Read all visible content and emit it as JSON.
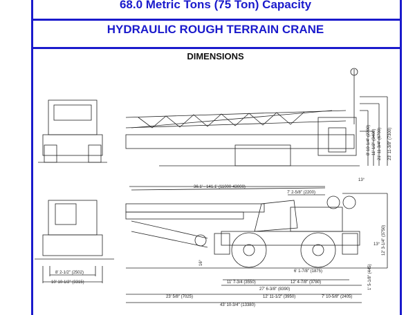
{
  "header": {
    "capacity": "68.0 Metric Tons (75 Ton) Capacity",
    "product_type": "HYDRAULIC ROUGH TERRAIN CRANE",
    "section": "DIMENSIONS"
  },
  "dimensions": {
    "side_heights": [
      "8' 10-1/4\" (2700)",
      "11' 1/2\" (3400)",
      "21' 11-3/4\" (6700)",
      "23' 11-3/8\" (7300)"
    ],
    "boom_angle": "13°",
    "boom_length": "36.1' - 141.1' (11000-43000)",
    "cab_offset": "7' 2-5/8\" (2200)",
    "overall_height": "12' 3-1/4\" (3750)",
    "rear_angle": "13°",
    "front_clearance": "16°",
    "wheel_offset": "6' 1-7/8\" (1875)",
    "front_axle": "11' 7-3/4 (3550)",
    "rear_axle": "12' 4-7/8\" (3780)",
    "outrigger_span": "27' 6-3/8\" (8390)",
    "ground_clearance": "1' 5-1/8\" (445)",
    "front_overhang": "23' 5/8\" (7025)",
    "wheelbase": "12' 11-1/2\" (3950)",
    "rear_overhang": "7' 10-5/8\" (2405)",
    "overall_length": "43' 10-3/4\" (13380)",
    "track_width": "8' 2-1/2\" (2502)",
    "outrigger_width": "10' 10-1/2\" (3315)"
  }
}
